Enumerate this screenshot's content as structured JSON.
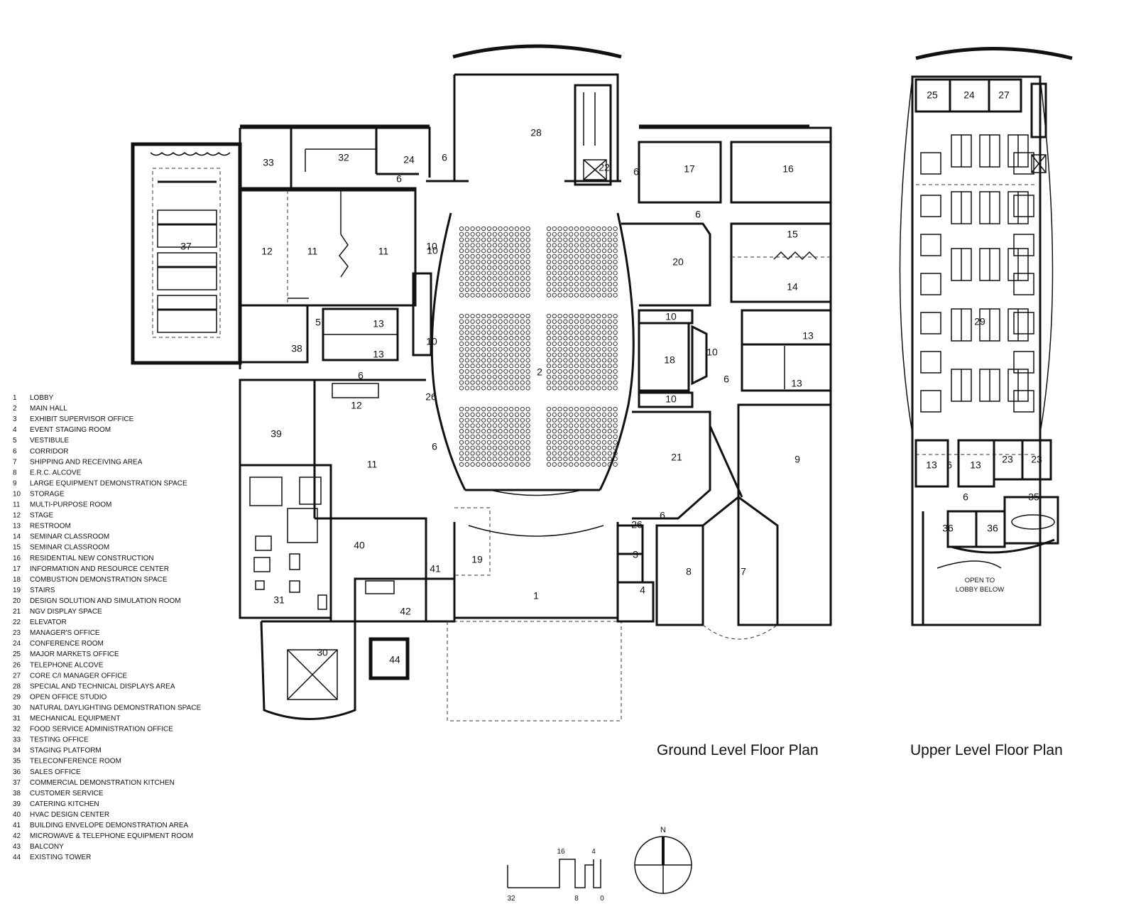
{
  "titles": {
    "ground": "Ground Level Floor Plan",
    "upper": "Upper Level Floor Plan"
  },
  "upper_note": [
    "OPEN TO",
    "LOBBY BELOW"
  ],
  "compass": {
    "north": "N"
  },
  "scale_bar": {
    "labels": [
      "32",
      "16",
      "8",
      "4",
      "0"
    ]
  },
  "legend": [
    {
      "num": "1",
      "label": "LOBBY"
    },
    {
      "num": "2",
      "label": "MAIN HALL"
    },
    {
      "num": "3",
      "label": "EXHIBIT SUPERVISOR OFFICE"
    },
    {
      "num": "4",
      "label": "EVENT STAGING ROOM"
    },
    {
      "num": "5",
      "label": "VESTIBULE"
    },
    {
      "num": "6",
      "label": "CORRIDOR"
    },
    {
      "num": "7",
      "label": "SHIPPING AND RECEIVING AREA"
    },
    {
      "num": "8",
      "label": "E.R.C. ALCOVE"
    },
    {
      "num": "9",
      "label": "LARGE EQUIPMENT DEMONSTRATION SPACE"
    },
    {
      "num": "10",
      "label": "STORAGE"
    },
    {
      "num": "11",
      "label": "MULTI-PURPOSE ROOM"
    },
    {
      "num": "12",
      "label": "STAGE"
    },
    {
      "num": "13",
      "label": "RESTROOM"
    },
    {
      "num": "14",
      "label": "SEMINAR CLASSROOM"
    },
    {
      "num": "15",
      "label": "SEMINAR CLASSROOM"
    },
    {
      "num": "16",
      "label": "RESIDENTIAL NEW CONSTRUCTION"
    },
    {
      "num": "17",
      "label": "INFORMATION AND RESOURCE CENTER"
    },
    {
      "num": "18",
      "label": "COMBUSTION DEMONSTRATION SPACE"
    },
    {
      "num": "19",
      "label": "STAIRS"
    },
    {
      "num": "20",
      "label": "DESIGN SOLUTION AND SIMULATION ROOM"
    },
    {
      "num": "21",
      "label": "NGV DISPLAY SPACE"
    },
    {
      "num": "22",
      "label": "ELEVATOR"
    },
    {
      "num": "23",
      "label": "MANAGER'S OFFICE"
    },
    {
      "num": "24",
      "label": "CONFERENCE ROOM"
    },
    {
      "num": "25",
      "label": "MAJOR MARKETS OFFICE"
    },
    {
      "num": "26",
      "label": "TELEPHONE ALCOVE"
    },
    {
      "num": "27",
      "label": "CORE C/I MANAGER OFFICE"
    },
    {
      "num": "28",
      "label": "SPECIAL AND TECHNICAL DISPLAYS AREA"
    },
    {
      "num": "29",
      "label": "OPEN OFFICE STUDIO"
    },
    {
      "num": "30",
      "label": "NATURAL DAYLIGHTING DEMONSTRATION SPACE"
    },
    {
      "num": "31",
      "label": "MECHANICAL EQUIPMENT"
    },
    {
      "num": "32",
      "label": "FOOD SERVICE ADMINISTRATION OFFICE"
    },
    {
      "num": "33",
      "label": "TESTING OFFICE"
    },
    {
      "num": "34",
      "label": "STAGING PLATFORM"
    },
    {
      "num": "35",
      "label": "TELECONFERENCE ROOM"
    },
    {
      "num": "36",
      "label": "SALES OFFICE"
    },
    {
      "num": "37",
      "label": "COMMERCIAL DEMONSTRATION KITCHEN"
    },
    {
      "num": "38",
      "label": "CUSTOMER SERVICE"
    },
    {
      "num": "39",
      "label": "CATERING KITCHEN"
    },
    {
      "num": "40",
      "label": "HVAC DESIGN CENTER"
    },
    {
      "num": "41",
      "label": "BUILDING ENVELOPE DEMONSTRATION AREA"
    },
    {
      "num": "42",
      "label": "MICROWAVE & TELEPHONE EQUIPMENT ROOM"
    },
    {
      "num": "43",
      "label": "BALCONY"
    },
    {
      "num": "44",
      "label": "EXISTING TOWER"
    }
  ],
  "ground_rooms": [
    "1",
    "2",
    "3",
    "4",
    "5",
    "6",
    "6",
    "6",
    "6",
    "6",
    "6",
    "6",
    "6",
    "7",
    "8",
    "9",
    "10",
    "10",
    "10",
    "10",
    "10",
    "10",
    "11",
    "11",
    "11",
    "12",
    "12",
    "13",
    "13",
    "13",
    "13",
    "14",
    "15",
    "16",
    "17",
    "18",
    "19",
    "20",
    "21",
    "22",
    "24",
    "26",
    "26",
    "28",
    "30",
    "31",
    "32",
    "33",
    "37",
    "38",
    "39",
    "40",
    "41",
    "42",
    "44"
  ],
  "upper_rooms": [
    "25",
    "24",
    "27",
    "29",
    "13",
    "6",
    "13",
    "23",
    "23",
    "6",
    "35",
    "36",
    "36"
  ]
}
